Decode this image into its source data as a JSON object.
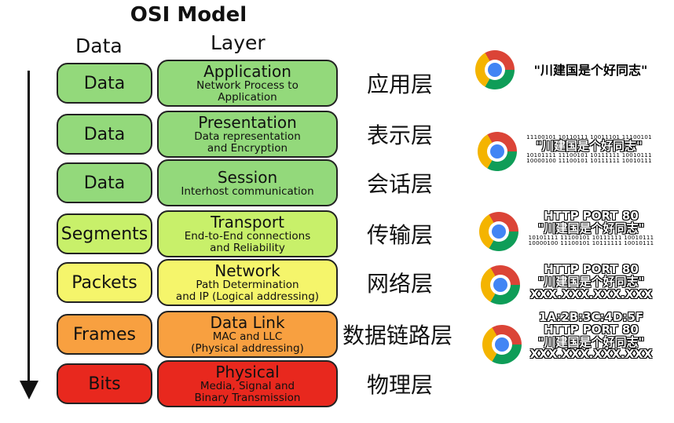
{
  "title": "OSI  Model",
  "headers": {
    "data": "Data",
    "layer": "Layer"
  },
  "layers": [
    {
      "data": "Data",
      "name": "Application",
      "desc": "Network Process to\nApplication",
      "cn": "应用层",
      "data_color": "#93d97b",
      "layer_color": "#93d97b"
    },
    {
      "data": "Data",
      "name": "Presentation",
      "desc": "Data representation\nand Encryption",
      "cn": "表示层",
      "data_color": "#93d97b",
      "layer_color": "#93d97b"
    },
    {
      "data": "Data",
      "name": "Session",
      "desc": "Interhost communication",
      "cn": "会话层",
      "data_color": "#93d97b",
      "layer_color": "#93d97b"
    },
    {
      "data": "Segments",
      "name": "Transport",
      "desc": "End-to-End connections\nand Reliability",
      "cn": "传输层",
      "data_color": "#c8f06a",
      "layer_color": "#c8f06a"
    },
    {
      "data": "Packets",
      "name": "Network",
      "desc": "Path Determination\nand IP (Logical addressing)",
      "cn": "网络层",
      "data_color": "#f5f56b",
      "layer_color": "#f5f56b"
    },
    {
      "data": "Frames",
      "name": "Data Link",
      "desc": "MAC and LLC\n(Physical addressing)",
      "cn": "数据链路层",
      "data_color": "#f8a040",
      "layer_color": "#f8a040"
    },
    {
      "data": "Bits",
      "name": "Physical",
      "desc": "Media, Signal and\nBinary Transmission",
      "cn": "物理层",
      "data_color": "#e8281e",
      "layer_color": "#e8281e"
    }
  ],
  "chrome_annotations": {
    "message": "\"川建国是个好同志\"",
    "binary_1": "11100101 10110111 10011101 11100101",
    "binary_2": "10101111 11100101 10111111 10010111",
    "binary_3": "10000100 11100101 10111111 10010111",
    "port": "HTTP PORT 80",
    "ip": "XXX.XXX.XXX.XXX",
    "mac": "1A:2B:3C:4D:5F"
  }
}
